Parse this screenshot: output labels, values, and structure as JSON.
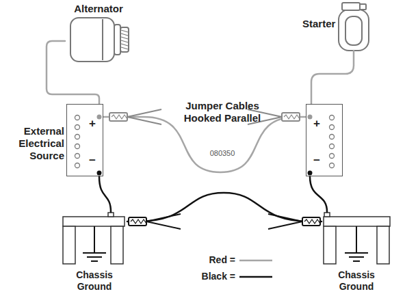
{
  "diagram": {
    "nodes": [
      {
        "text": [
          "Alternator"
        ]
      },
      {
        "text": [
          "Starter"
        ]
      },
      {
        "text": [
          "+",
          "−"
        ]
      },
      {
        "text": [
          "+",
          "−"
        ]
      },
      {
        "text": [
          "Chassis Ground"
        ]
      },
      {
        "text": [
          "Chassis Ground"
        ]
      }
    ],
    "edges": [
      {
        "from": 0,
        "to": 2,
        "arrow": "none"
      },
      {
        "from": 1,
        "to": 3,
        "arrow": "none"
      },
      {
        "from": 2,
        "to": 3,
        "arrow": "none"
      },
      {
        "from": 2,
        "to": 4,
        "arrow": "none"
      },
      {
        "from": 3,
        "to": 5,
        "arrow": "none"
      },
      {
        "from": 4,
        "to": 5,
        "arrow": "none"
      }
    ],
    "labels": [
      "External Electrical Source",
      "Jumper Cables Hooked Parallel",
      "080350"
    ],
    "legend": [
      {
        "text": "Red ="
      },
      {
        "text": "Black ="
      }
    ]
  }
}
